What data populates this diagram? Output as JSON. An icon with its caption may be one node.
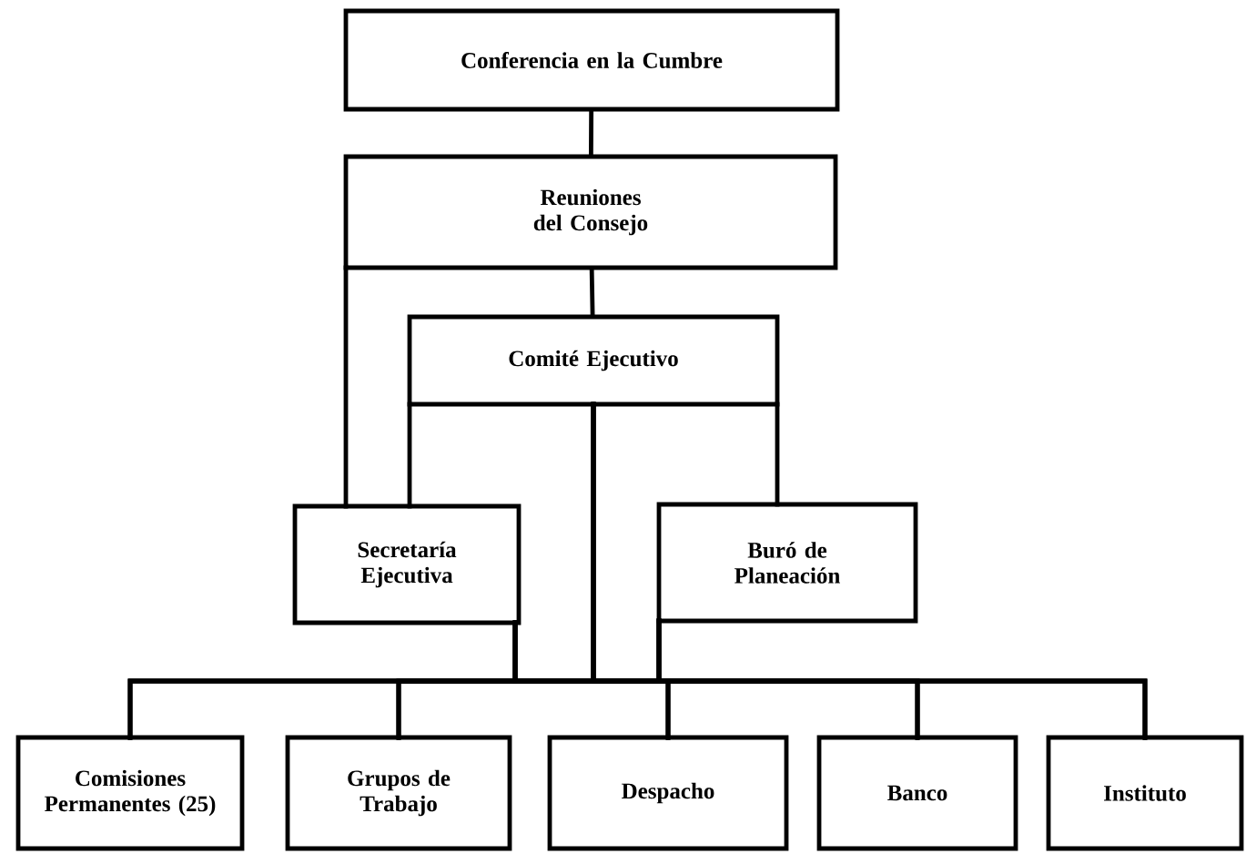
{
  "diagram": {
    "nodes": [
      {
        "text": [
          "Conferencia en la Cumbre"
        ]
      },
      {
        "text": [
          "Reuniones del Consejo"
        ]
      },
      {
        "text": [
          "Comité Ejecutivo"
        ]
      },
      {
        "text": [
          "Secretaría Ejecutiva"
        ]
      },
      {
        "text": [
          "Buró de Planeación"
        ]
      },
      {
        "text": [
          "Comisiones Permanentes (25)"
        ]
      },
      {
        "text": [
          "Grupos de Trabajo"
        ]
      },
      {
        "text": [
          "Despacho"
        ]
      },
      {
        "text": [
          "Banco"
        ]
      },
      {
        "text": [
          "Instituto"
        ]
      }
    ],
    "edges": [
      {
        "from": 0,
        "to": 1,
        "arrow": "none"
      },
      {
        "from": 1,
        "to": 2,
        "arrow": "none"
      },
      {
        "from": 1,
        "to": 3,
        "arrow": "none"
      },
      {
        "from": 2,
        "to": 3,
        "arrow": "none"
      },
      {
        "from": 2,
        "to": 4,
        "arrow": "none"
      },
      {
        "from": 2,
        "to": 5,
        "arrow": "none"
      },
      {
        "from": 2,
        "to": 6,
        "arrow": "none"
      },
      {
        "from": 2,
        "to": 7,
        "arrow": "none"
      },
      {
        "from": 2,
        "to": 8,
        "arrow": "none"
      },
      {
        "from": 2,
        "to": 9,
        "arrow": "none"
      },
      {
        "from": 3,
        "to": 5,
        "arrow": "none"
      },
      {
        "from": 3,
        "to": 6,
        "arrow": "none"
      },
      {
        "from": 3,
        "to": 7,
        "arrow": "none"
      },
      {
        "from": 3,
        "to": 8,
        "arrow": "none"
      },
      {
        "from": 3,
        "to": 9,
        "arrow": "none"
      },
      {
        "from": 4,
        "to": 5,
        "arrow": "none"
      },
      {
        "from": 4,
        "to": 6,
        "arrow": "none"
      },
      {
        "from": 4,
        "to": 7,
        "arrow": "none"
      },
      {
        "from": 4,
        "to": 8,
        "arrow": "none"
      },
      {
        "from": 4,
        "to": 9,
        "arrow": "none"
      }
    ]
  }
}
